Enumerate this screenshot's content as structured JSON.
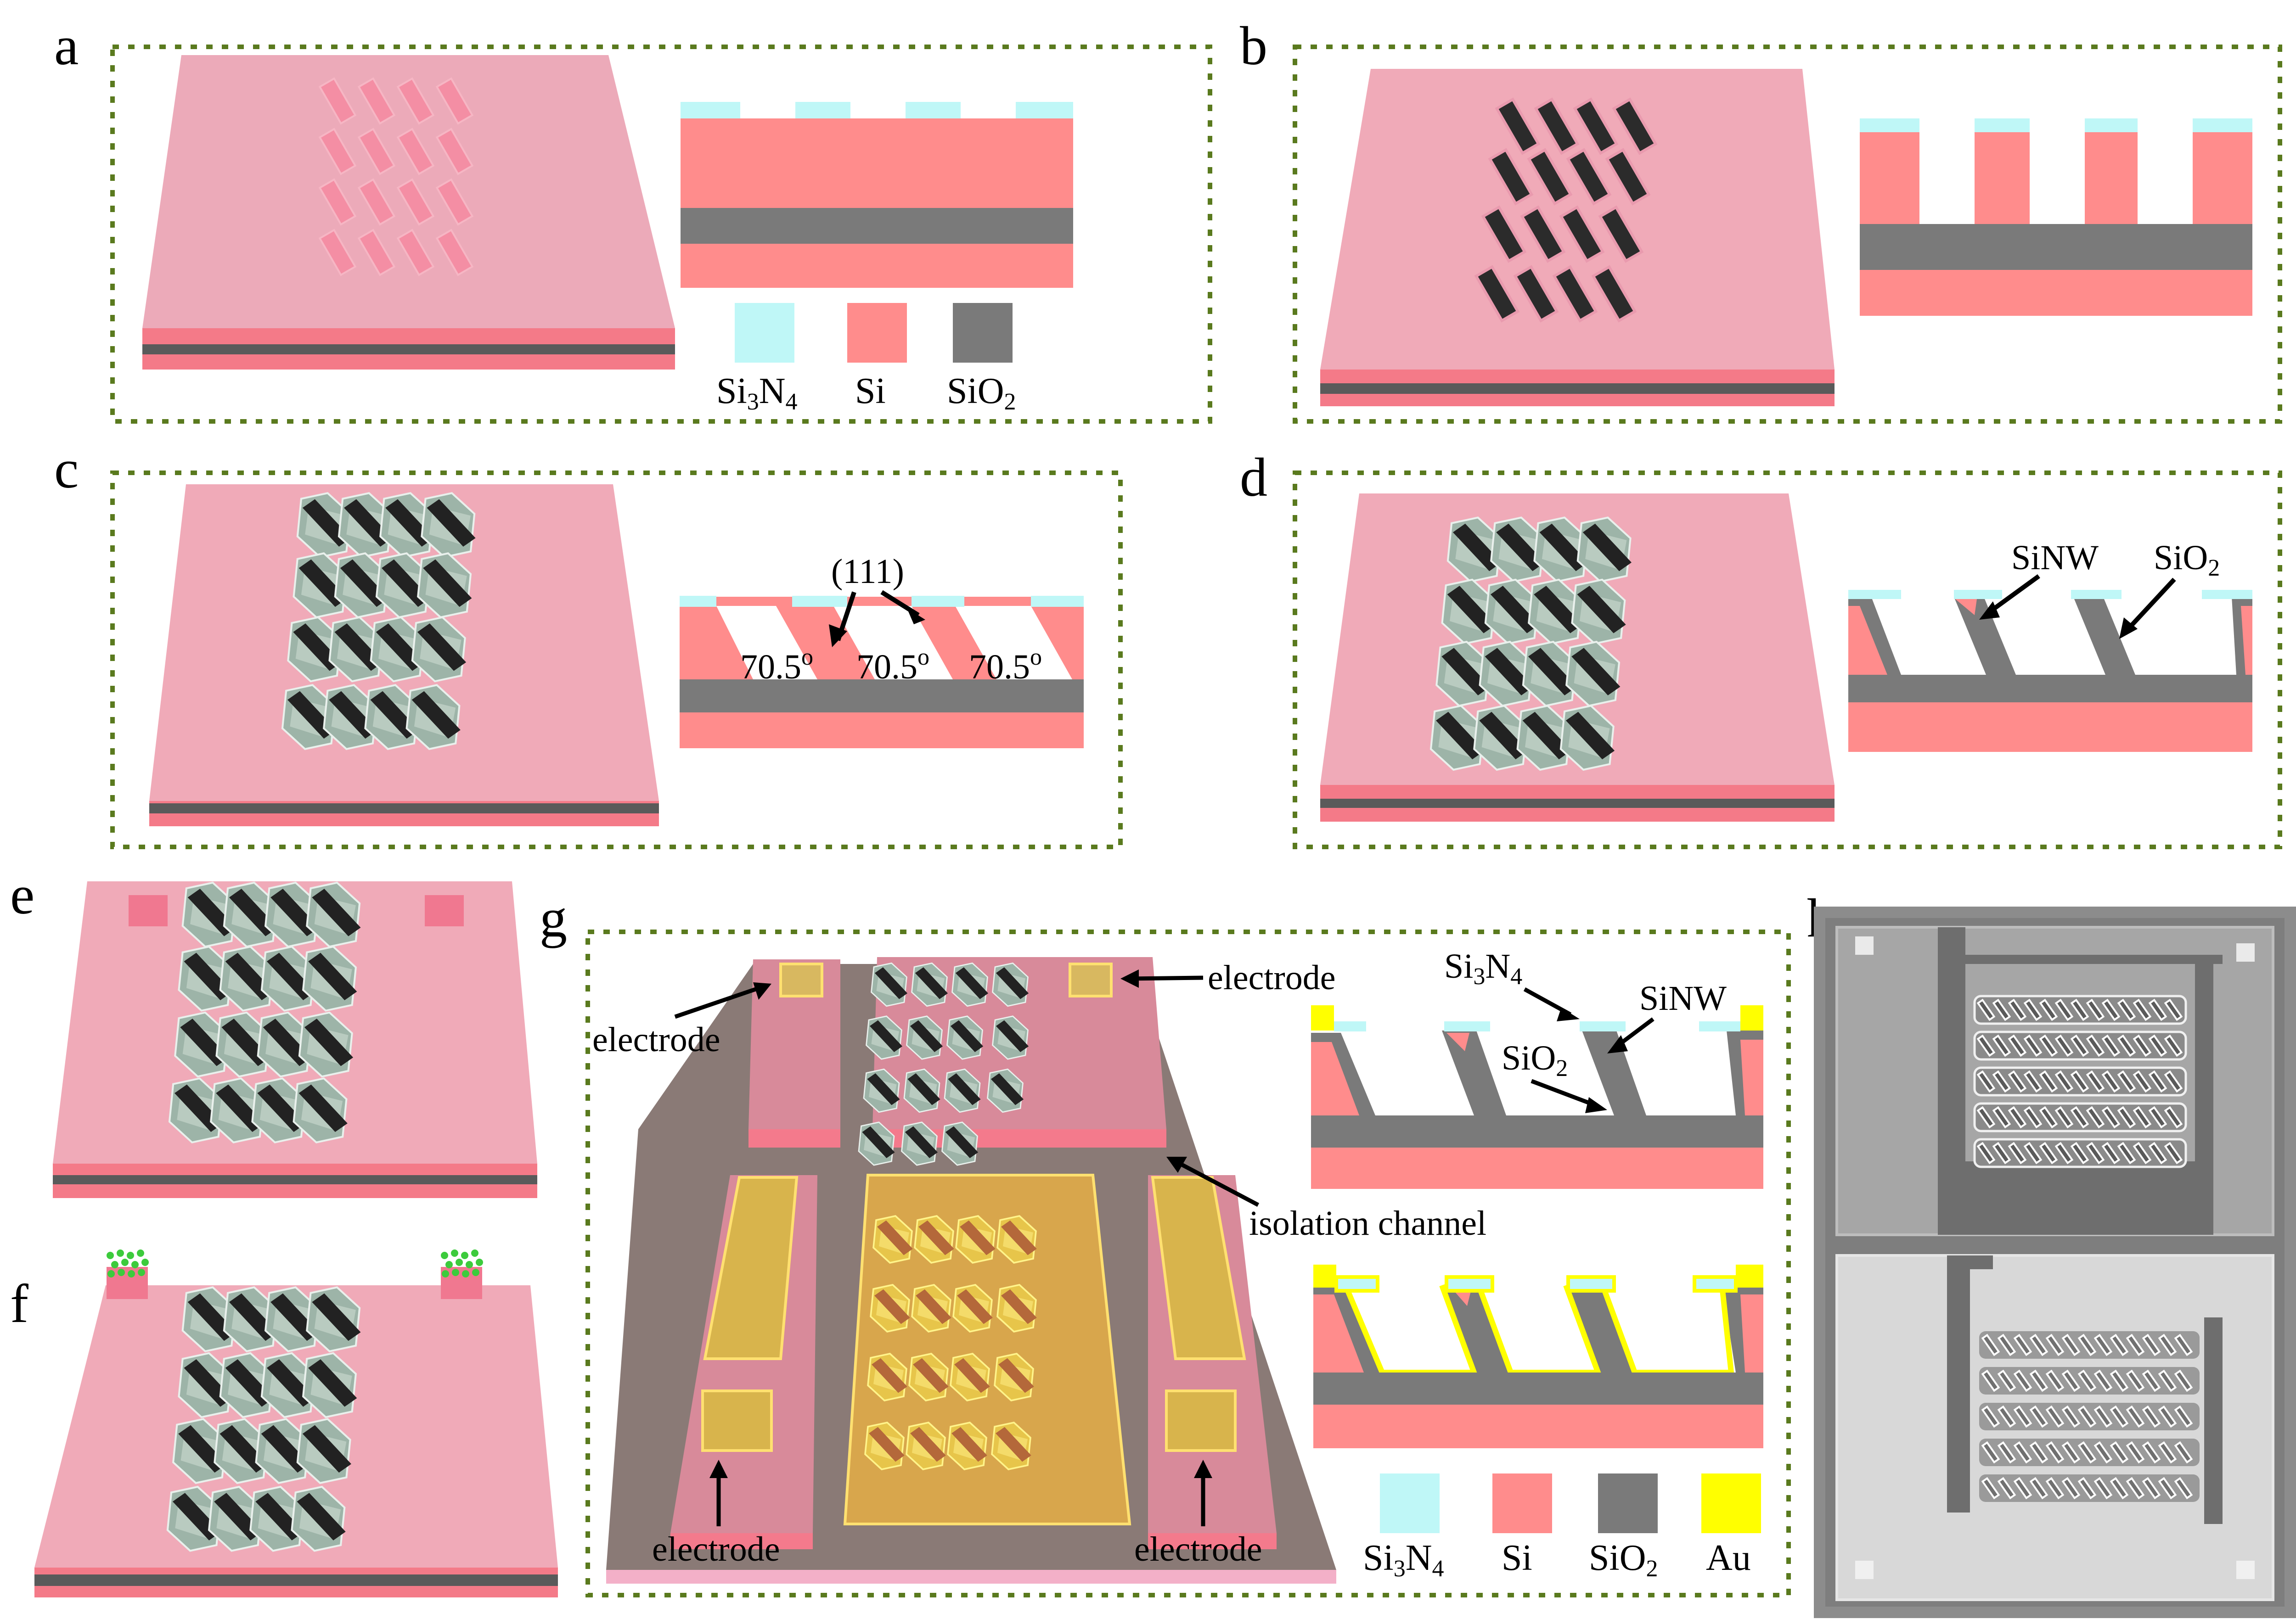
{
  "panels": {
    "a": "a",
    "b": "b",
    "c": "c",
    "d": "d",
    "e": "e",
    "f": "f",
    "g": "g",
    "h": "h"
  },
  "legend_a": {
    "si3n4": {
      "base": "Si",
      "s1": "3",
      "mid": "N",
      "s2": "4"
    },
    "si": "Si",
    "sio2": {
      "base": "SiO",
      "s1": "2"
    }
  },
  "legend_g": {
    "si3n4": {
      "base": "Si",
      "s1": "3",
      "mid": "N",
      "s2": "4"
    },
    "si": "Si",
    "sio2": {
      "base": "SiO",
      "s1": "2"
    },
    "au": "Au"
  },
  "annotations": {
    "c_plane": "(111)",
    "c_angle": {
      "value": "70.5",
      "unit": "o"
    },
    "d_sinw": "SiNW",
    "d_sio2": {
      "base": "SiO",
      "s1": "2"
    },
    "g_electrode": "electrode",
    "g_isolation": "isolation channel",
    "g_si3n4": {
      "base": "Si",
      "s1": "3",
      "mid": "N",
      "s2": "4"
    },
    "g_sinw": "SiNW",
    "g_sio2": {
      "base": "SiO",
      "s1": "2"
    }
  },
  "colors": {
    "si3n4": "#BFF7F7",
    "si": "#FF8C8C",
    "sio2": "#7A7A7A",
    "au": "#FFFF00",
    "substrate_top": "#F0AAB8",
    "substrate_side": "#F07880",
    "hole": "#2B2B2B",
    "facet": "#9FB5A9",
    "frame": "#5A7A1E"
  }
}
